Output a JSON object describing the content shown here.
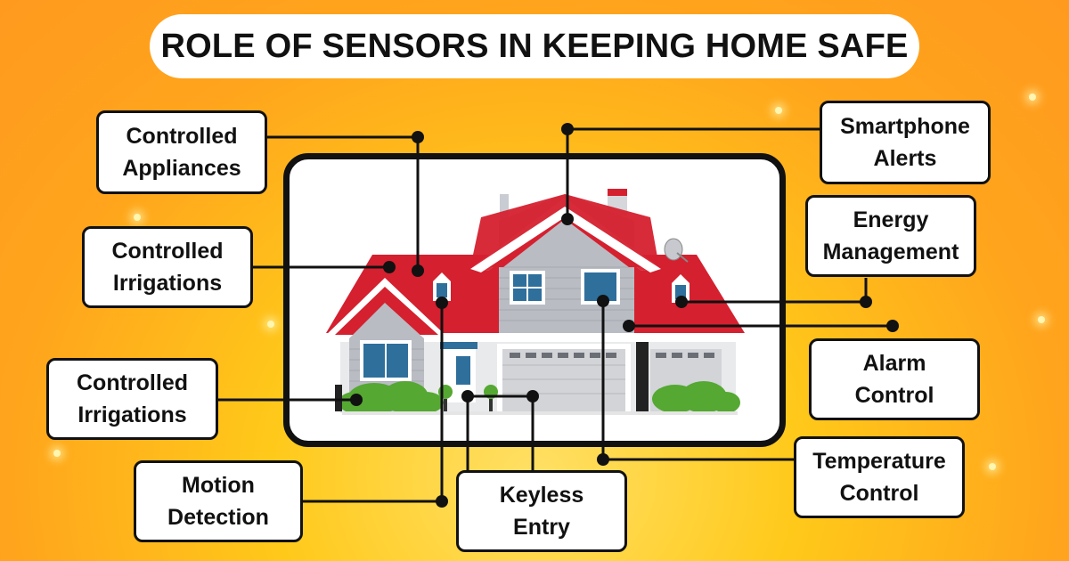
{
  "title": "ROLE OF SENSORS IN KEEPING HOME SAFE",
  "labels": {
    "controlled_appliances": "Controlled\nAppliances",
    "controlled_irrigations_upper": "Controlled\nIrrigations",
    "controlled_irrigations_lower": "Controlled\nIrrigations",
    "motion_detection": "Motion\nDetection",
    "keyless_entry": "Keyless\nEntry",
    "smartphone_alerts": "Smartphone\nAlerts",
    "energy_management": "Energy\nManagement",
    "alarm_control": "Alarm\nControl",
    "temperature_control": "Temperature\nControl"
  },
  "colors": {
    "roof": "#d5202f",
    "siding": "#b9bcc3",
    "wall": "#e9eaec",
    "window": "#2f6f9c",
    "bush": "#55a832",
    "line": "#111111"
  }
}
